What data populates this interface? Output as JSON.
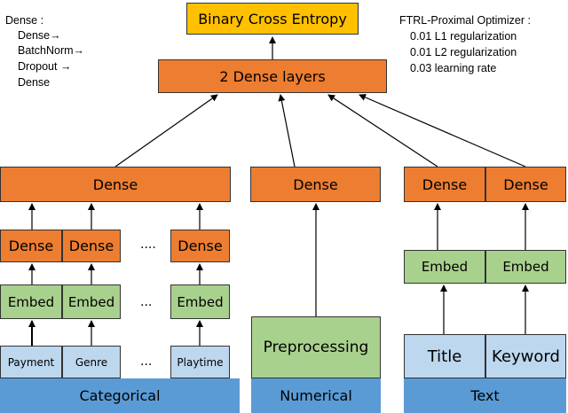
{
  "top": {
    "loss": "Binary Cross Entropy",
    "dense_layers": "2 Dense layers"
  },
  "legend": {
    "title": "Dense :",
    "lines": [
      "Dense→",
      "BatchNorm→",
      "Dropout →",
      "Dense"
    ]
  },
  "optimizer": {
    "title": "FTRL-Proximal Optimizer :",
    "lines": [
      "0.01 L1 regularization",
      "0.01 L2 regularization",
      "0.03 learning rate"
    ]
  },
  "categorical": {
    "dense": "Dense",
    "dense_items": [
      "Dense",
      "Dense",
      "Dense"
    ],
    "embed_items": [
      "Embed",
      "Embed",
      "Embed"
    ],
    "inputs": [
      "Payment",
      "Genre",
      "Playtime"
    ],
    "ellipsis": "....",
    "ellipsis_short": "...",
    "label": "Categorical"
  },
  "numerical": {
    "dense": "Dense",
    "preprocess": "Preprocessing",
    "label": "Numerical"
  },
  "text": {
    "dense_items": [
      "Dense",
      "Dense"
    ],
    "embed_items": [
      "Embed",
      "Embed"
    ],
    "inputs": [
      "Title",
      "Keyword"
    ],
    "label": "Text"
  },
  "colors": {
    "orange": "#ed7d31",
    "green": "#a9d18e",
    "light_blue": "#bdd7ee",
    "dark_blue": "#5b9bd5",
    "yellow": "#ffc000"
  }
}
